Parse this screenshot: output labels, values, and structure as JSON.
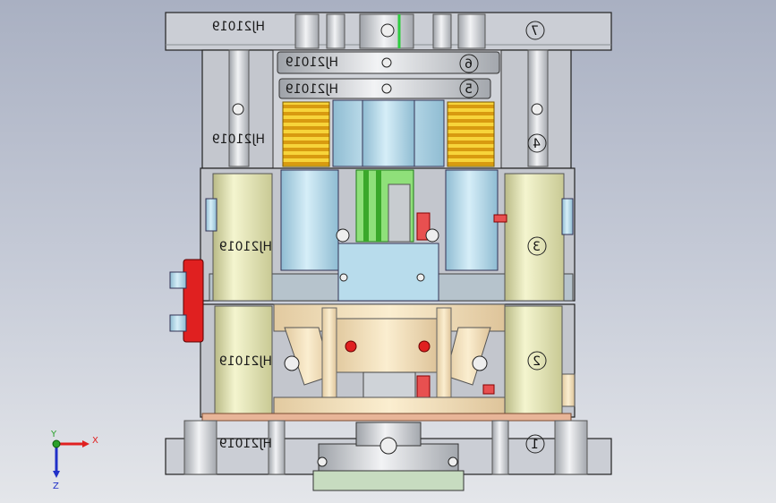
{
  "part_code": "HJ21019",
  "plate_numbers": [
    "1",
    "2",
    "3",
    "4",
    "5",
    "6",
    "7"
  ],
  "triad": {
    "x_label": "X",
    "y_label": "Y",
    "z_label": "Z"
  },
  "colors": {
    "background_top": "#a9b0c2",
    "plate_grey": "#c9ccd3",
    "pillar_yellow": "#eef0b8",
    "spring_yellow": "#f0c020",
    "slider_tan": "#f6e3b8",
    "insert_blue": "#b8dcec",
    "core_green": "#5ccc4a",
    "handle_red": "#e02020",
    "axis_x": "#e02020",
    "axis_y": "#2aa02a",
    "axis_z": "#2030c8"
  }
}
